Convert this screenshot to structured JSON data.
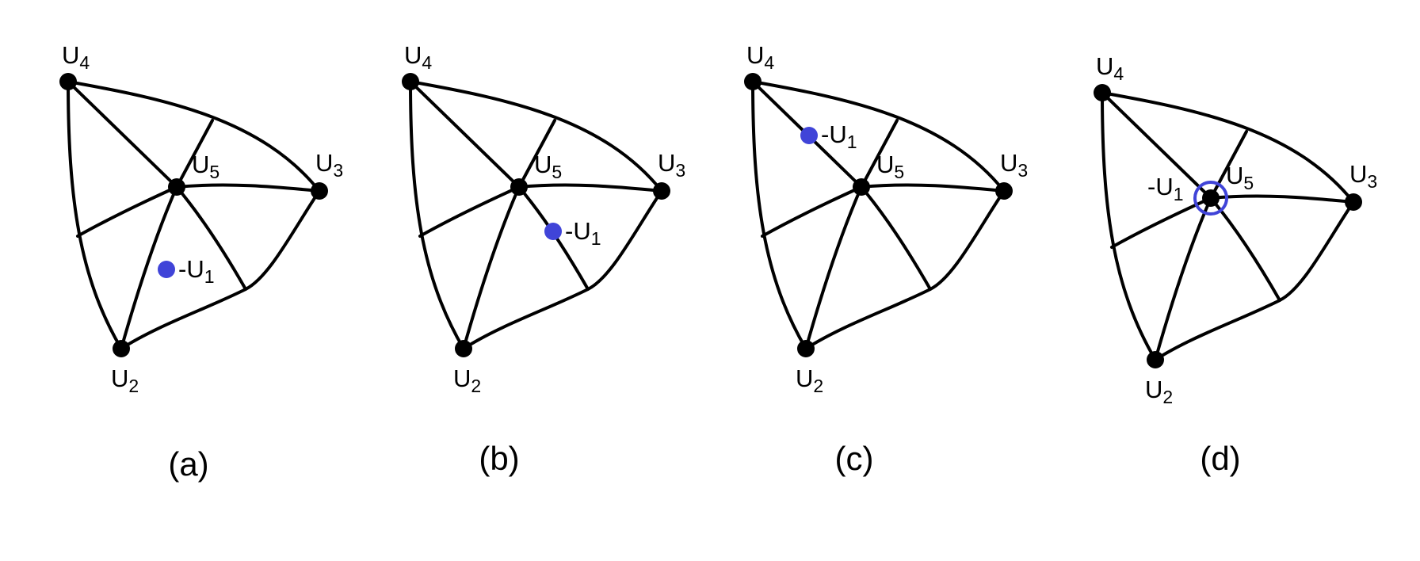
{
  "colors": {
    "line": "#000000",
    "node": "#000000",
    "marker": "#4044d8",
    "background": "#ffffff"
  },
  "panels": [
    {
      "caption": "(a)",
      "labels": {
        "u4": {
          "base": "U",
          "sub": "4"
        },
        "u5": {
          "base": "U",
          "sub": "5"
        },
        "u3": {
          "base": "U",
          "sub": "3"
        },
        "u2": {
          "base": "U",
          "sub": "2"
        },
        "neg_u1": {
          "base": "-U",
          "sub": "1"
        }
      }
    },
    {
      "caption": "(b)",
      "labels": {
        "u4": {
          "base": "U",
          "sub": "4"
        },
        "u5": {
          "base": "U",
          "sub": "5"
        },
        "u3": {
          "base": "U",
          "sub": "3"
        },
        "u2": {
          "base": "U",
          "sub": "2"
        },
        "neg_u1": {
          "base": "-U",
          "sub": "1"
        }
      }
    },
    {
      "caption": "(c)",
      "labels": {
        "u4": {
          "base": "U",
          "sub": "4"
        },
        "u5": {
          "base": "U",
          "sub": "5"
        },
        "u3": {
          "base": "U",
          "sub": "3"
        },
        "u2": {
          "base": "U",
          "sub": "2"
        },
        "neg_u1": {
          "base": "-U",
          "sub": "1"
        }
      }
    },
    {
      "caption": "(d)",
      "labels": {
        "u4": {
          "base": "U",
          "sub": "4"
        },
        "u5": {
          "base": "U",
          "sub": "5"
        },
        "u3": {
          "base": "U",
          "sub": "3"
        },
        "u2": {
          "base": "U",
          "sub": "2"
        },
        "neg_u1": {
          "base": "-U",
          "sub": "1"
        }
      }
    }
  ]
}
